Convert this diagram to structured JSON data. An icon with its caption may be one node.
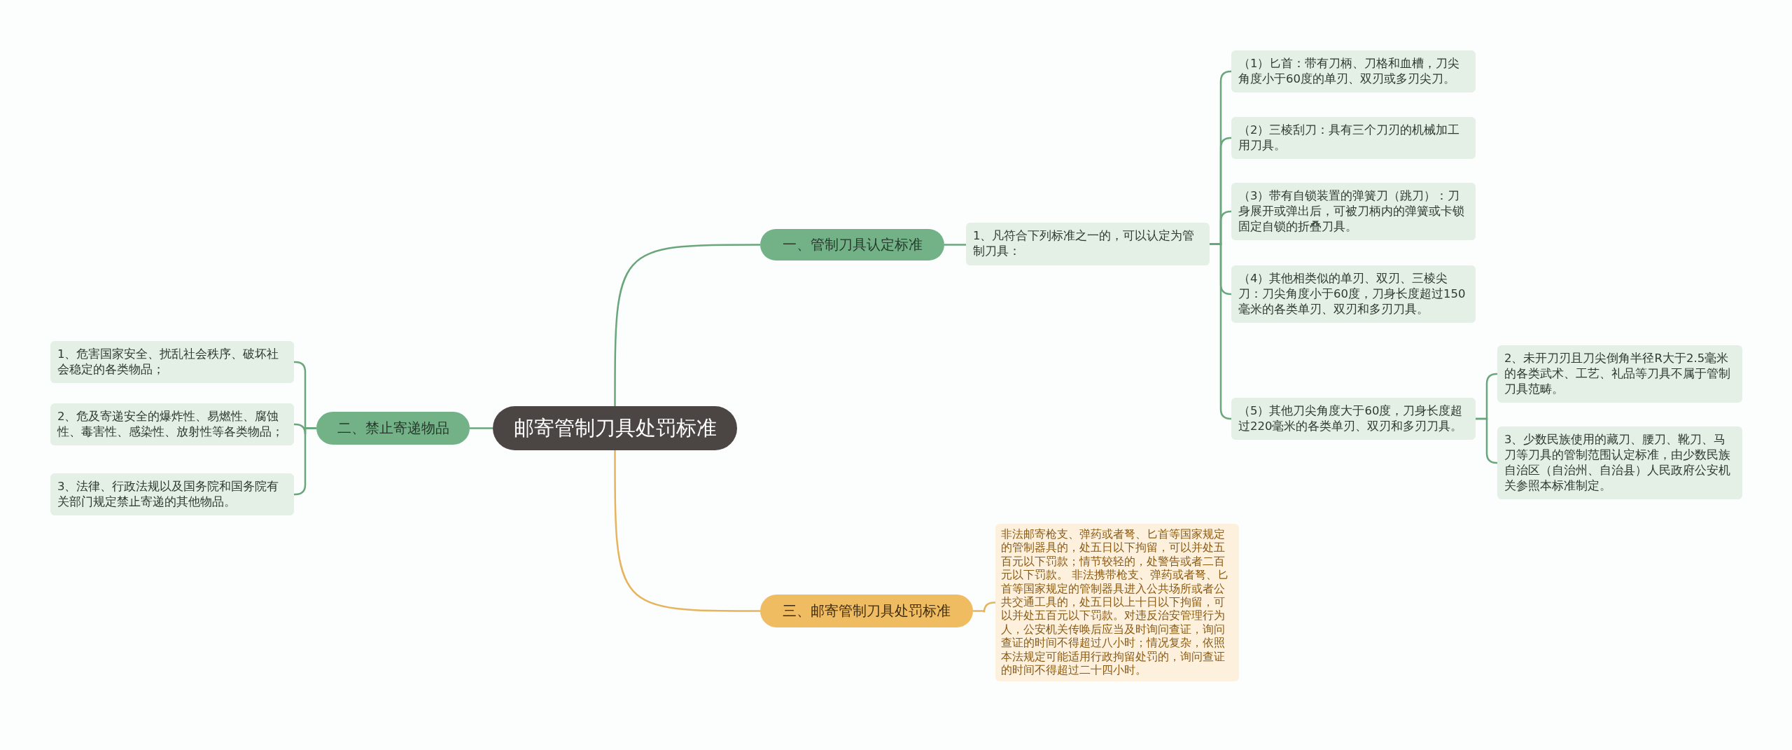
{
  "diagram": {
    "nodes": [
      {
        "text": [
          "邮寄管制刀具处罚标准"
        ]
      },
      {
        "text": [
          "一、管制刀具认定标准"
        ]
      },
      {
        "text": [
          "1、凡符合下列标准之一的，可以认定为管制刀具："
        ]
      },
      {
        "text": [
          "（1）匕首：带有刀柄、刀格和血槽，刀尖角度小于60度的单刃、双刃或多刃尖刀。"
        ]
      },
      {
        "text": [
          "（2）三棱刮刀：具有三个刀刃的机械加工用刀具。"
        ]
      },
      {
        "text": [
          "（3）带有自锁装置的弹簧刀（跳刀）：刀身展开或弹出后，可被刀柄内的弹簧或卡锁固定自锁的折叠刀具。"
        ]
      },
      {
        "text": [
          "（4）其他相类似的单刃、双刃、三棱尖刀：刀尖角度小于60度，刀身长度超过150毫米的各类单刃、双刃和多刃刀具。"
        ]
      },
      {
        "text": [
          "（5）其他刀尖角度大于60度，刀身长度超过220毫米的各类单刃、双刃和多刃刀具。"
        ]
      },
      {
        "text": [
          "2、未开刀刃且刀尖倒角半径R大于2.5毫米的各类武术、工艺、礼品等刀具不属于管制刀具范畴。"
        ]
      },
      {
        "text": [
          "3、少数民族使用的藏刀、腰刀、靴刀、马刀等刀具的管制范围认定标准，由少数民族自治区（自治州、自治县）人民政府公安机关参照本标准制定。"
        ]
      },
      {
        "text": [
          "二、禁止寄递物品"
        ]
      },
      {
        "text": [
          "1、危害国家安全、扰乱社会秩序、破坏社会稳定的各类物品；"
        ]
      },
      {
        "text": [
          "2、危及寄递安全的爆炸性、易燃性、腐蚀性、毒害性、感染性、放射性等各类物品；"
        ]
      },
      {
        "text": [
          "3、法律、行政法规以及国务院和国务院有关部门规定禁止寄递的其他物品。"
        ]
      },
      {
        "text": [
          "三、邮寄管制刀具处罚标准"
        ]
      },
      {
        "text": [
          "非法邮寄枪支、弹药或者弩、匕首等国家规定的管制器具的，处五日以下拘留，可以并处五百元以下罚款；情节较轻的，处警告或者二百元以下罚款。 非法携带枪支、弹药或者弩、匕首等国家规定的管制器具进入公共场所或者公共交通工具的，处五日以上十日以下拘留，可以并处五百元以下罚款。对违反治安管理行为人，公安机关传唤后应当及时询问查证，询问查证的时间不得超过八小时；情况复杂，依照本法规定可能适用行政拘留处罚的，询问查证的时间不得超过二十四小时。"
        ]
      }
    ],
    "edges": [
      {
        "from": 0,
        "to": 1,
        "arrow": "none"
      },
      {
        "from": 1,
        "to": 2,
        "arrow": "none"
      },
      {
        "from": 2,
        "to": 3,
        "arrow": "none"
      },
      {
        "from": 2,
        "to": 4,
        "arrow": "none"
      },
      {
        "from": 2,
        "to": 5,
        "arrow": "none"
      },
      {
        "from": 2,
        "to": 6,
        "arrow": "none"
      },
      {
        "from": 2,
        "to": 7,
        "arrow": "none"
      },
      {
        "from": 7,
        "to": 8,
        "arrow": "none"
      },
      {
        "from": 7,
        "to": 9,
        "arrow": "none"
      },
      {
        "from": 0,
        "to": 10,
        "arrow": "none"
      },
      {
        "from": 10,
        "to": 11,
        "arrow": "none"
      },
      {
        "from": 10,
        "to": 12,
        "arrow": "none"
      },
      {
        "from": 10,
        "to": 13,
        "arrow": "none"
      },
      {
        "from": 0,
        "to": 14,
        "arrow": "none",
        "color": "#e6b45c"
      },
      {
        "from": 14,
        "to": 15,
        "arrow": "none",
        "color": "#e6b45c"
      }
    ]
  }
}
